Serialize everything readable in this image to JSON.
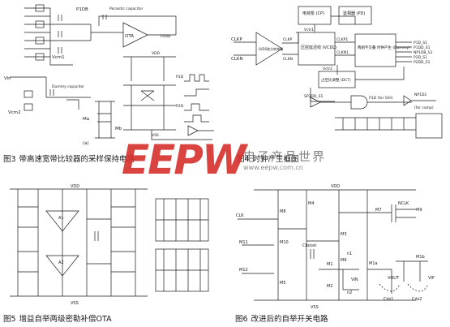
{
  "figures": {
    "fig3": {
      "caption_num": "图3",
      "caption_text": "带高速宽带比较器的采样保持电路",
      "labels": {
        "vin": "Vin",
        "ota": "OTA",
        "clkrn": "P1DB",
        "vcm_i": "Vcm1",
        "vcm_o": "Vcm2",
        "parasitic": "Parasitic capacitor",
        "dummy": "Dummy capacitor",
        "p2dd": "P2DD",
        "p1d": "P1D",
        "p2d": "P2D",
        "ma": "Ma",
        "mb": "Mb",
        "vdd": "VDD",
        "vss": "VSS",
        "sub_a": "(a)"
      }
    },
    "fig4": {
      "caption_num": "图4",
      "caption_text": "时钟产生框图",
      "labels": {
        "clkp": "CLKP",
        "clkn": "CLKN",
        "lvds": "LVDS差分转单端",
        "clkp_o": "CLKP",
        "clkn_o": "CLKN",
        "cp": "电荷泵\n(CP)",
        "pd": "鉴相器\n(PD)",
        "vcdl": "压控延迟线\n(VCDL)",
        "clkp1": "CLKP1",
        "clkn1": "CLKN1",
        "dummy": "两相不交叠\n时钟产生\n(Dummy)",
        "dct": "占空比调整\n(DCT)",
        "vctr1": "Vctr1",
        "vctr2": "Vctr2",
        "out1": "P1D_S1",
        "out2": "P1DD_S1",
        "out3": "NP1DB_S1",
        "out4": "P2D_S1",
        "out5": "P2DD_S1",
        "p1d_sh": "P1D (for S/H)",
        "np1d2": "NP1D2",
        "for_comp": "(for comp)",
        "sp2dd": "SP2DD_S1"
      }
    },
    "fig5": {
      "caption_num": "图5",
      "caption_text": "增益自举两级密勒补偿OTA",
      "labels": {
        "vdd": "VDD",
        "vss": "VSS",
        "amp1": "A1",
        "amp2": "A2"
      }
    },
    "fig6": {
      "caption_num": "图6",
      "caption_text": "改进后的自举开关电路",
      "labels": {
        "vdd": "VDD",
        "vss": "VSS",
        "clk": "CLK",
        "nclk": "NCLK",
        "cboost": "Cboost",
        "vin": "VIN",
        "vout": "VOUT",
        "vip": "VIP",
        "cds1": "Cds1",
        "cds2": "Cds2",
        "m1": "M1",
        "m2": "M2",
        "m3": "M3",
        "m4": "M4",
        "m5": "M5",
        "m6": "M6",
        "m7": "M7",
        "m8": "M8",
        "m9": "M9",
        "m10": "M10",
        "m11": "M11",
        "m12": "M12",
        "m1a": "M1a",
        "m1b": "M1b",
        "n1": "n1",
        "n2": "n2"
      }
    }
  },
  "watermark": {
    "logo": "EEPW",
    "text": "电子产品世界",
    "url": "www.eepw.com.cn"
  },
  "colors": {
    "ink": "#1a1a1a",
    "logo_red": "#d7302c"
  }
}
